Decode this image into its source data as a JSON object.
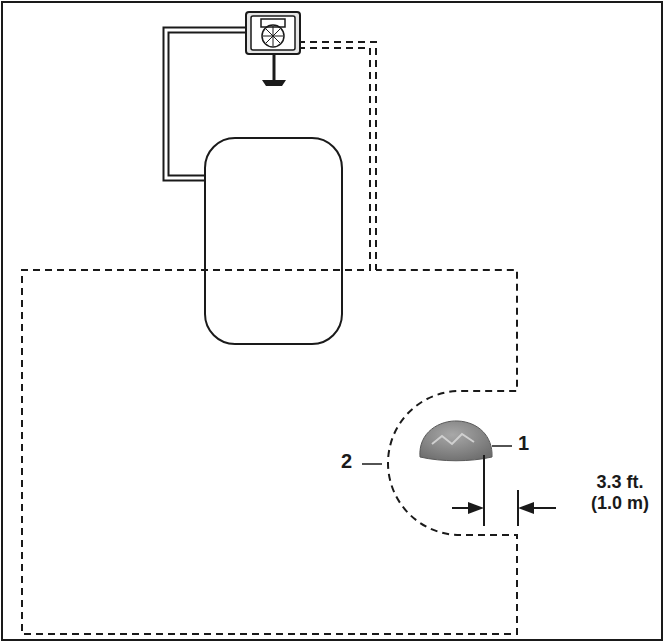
{
  "diagram": {
    "labels": [
      "1",
      "2",
      "3.3 ft. (1.0 m)"
    ]
  }
}
